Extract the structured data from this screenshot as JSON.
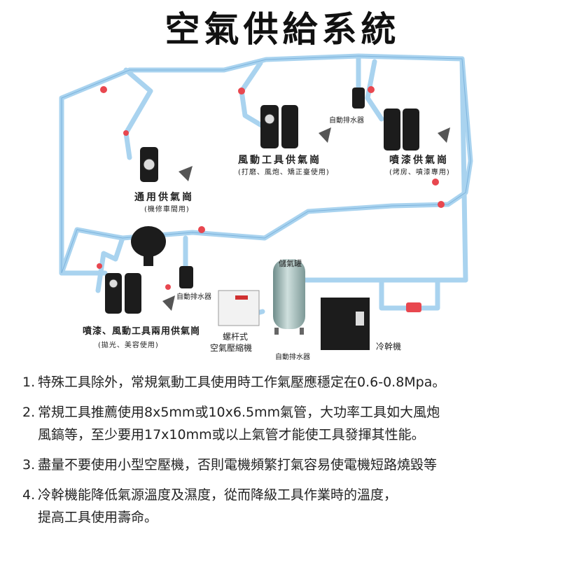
{
  "title": "空氣供給系統",
  "labels": {
    "general_station": "通用供氣崗",
    "general_station_sub": "(機修車間用)",
    "pneumatic_station": "風動工具供氣崗",
    "pneumatic_station_sub": "(打磨、風炮、矯正臺使用)",
    "spray_station": "噴漆供氣崗",
    "spray_station_sub": "(烤房、噴漆專用)",
    "dual_station": "噴漆、風動工具兩用供氣崗",
    "dual_station_sub": "(拋光、美容使用)",
    "auto_drain_top": "自動排水器",
    "auto_drain_left": "自動排水器",
    "auto_drain_tank": "自動排水器",
    "air_tank": "儲氣罐",
    "screw_compressor_1": "螺杆式",
    "screw_compressor_2": "空氣壓縮機",
    "dryer": "冷幹機"
  },
  "notes": [
    {
      "num": "1.",
      "text": "特殊工具除外，常規氣動工具使用時工作氣壓應穩定在0.6-0.8Mpa。"
    },
    {
      "num": "2.",
      "text": "常規工具推薦使用8x5mm或10x6.5mm氣管，大功率工具如大風炮",
      "text2": "風鎬等，至少要用17x10mm或以上氣管才能使工具發揮其性能。"
    },
    {
      "num": "3.",
      "text": "盡量不要使用小型空壓機，否則電機頻繁打氣容易使電機短路燒毀等"
    },
    {
      "num": "4.",
      "text": "冷幹機能降低氣源溫度及濕度，從而降級工具作業時的溫度，",
      "text2": "提高工具使用壽命。"
    }
  ],
  "colors": {
    "pipe": "#a9d3ef",
    "pipe_edge": "#5f9fd0",
    "valve": "#e8474f",
    "equipment": "#1c1c1c",
    "tank": "#9fb7b5"
  }
}
